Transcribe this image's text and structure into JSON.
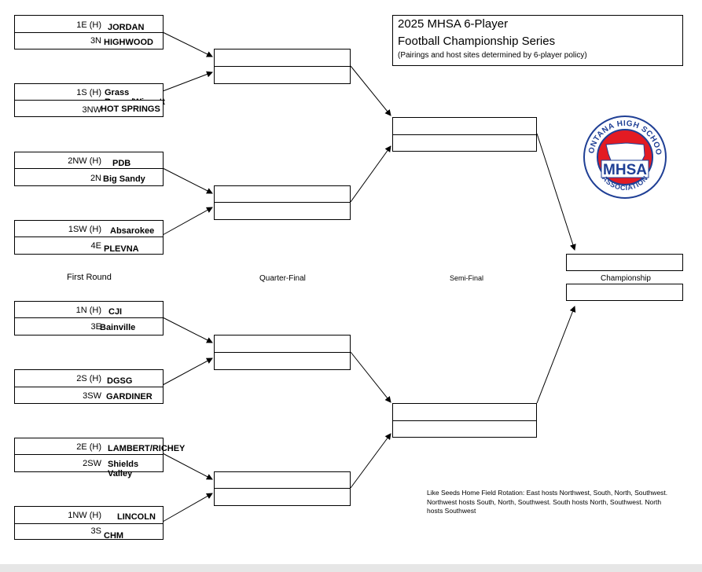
{
  "title": {
    "line1": "2025 MHSA 6-Player",
    "line2": "Football Championship Series",
    "subtitle": "(Pairings and host sites determined by 6-player policy)"
  },
  "rounds": {
    "first": "First Round",
    "quarter": "Quarter-Final",
    "semi": "Semi-Final",
    "championship": "Championship"
  },
  "first_round": [
    {
      "seed": "1E (H)",
      "team": "JORDAN"
    },
    {
      "seed": "3N",
      "team": "HIGHWOOD"
    },
    {
      "seed": "1S (H)",
      "team": "Grass Range/Winnett"
    },
    {
      "seed": "3NW",
      "team": "HOT SPRINGS"
    },
    {
      "seed": "2NW (H)",
      "team": "PDB"
    },
    {
      "seed": "2N",
      "team": "Big Sandy"
    },
    {
      "seed": "1SW (H)",
      "team": "Absarokee"
    },
    {
      "seed": "4E",
      "team": "PLEVNA"
    },
    {
      "seed": "1N (H)",
      "team": "CJI"
    },
    {
      "seed": "3E",
      "team": "Bainville"
    },
    {
      "seed": "2S (H)",
      "team": "DGSG"
    },
    {
      "seed": "3SW",
      "team": "GARDINER"
    },
    {
      "seed": "2E (H)",
      "team": "LAMBERT/RICHEY"
    },
    {
      "seed": "2SW",
      "team": "Shields Valley"
    },
    {
      "seed": "1NW (H)",
      "team": "LINCOLN"
    },
    {
      "seed": "3S",
      "team": "CHM"
    }
  ],
  "logo": {
    "top_text": "MONTANA HIGH SCHOOL",
    "center_text": "MHSA",
    "bottom_text": "ASSOCIATION",
    "ring_color": "#1f3f95",
    "fill_color": "#e31b23"
  },
  "note": "Like Seeds Home Field Rotation: East hosts Northwest, South, North, Southwest. Northwest hosts South, North, Southwest. South hosts North, Southwest. North hosts Southwest"
}
